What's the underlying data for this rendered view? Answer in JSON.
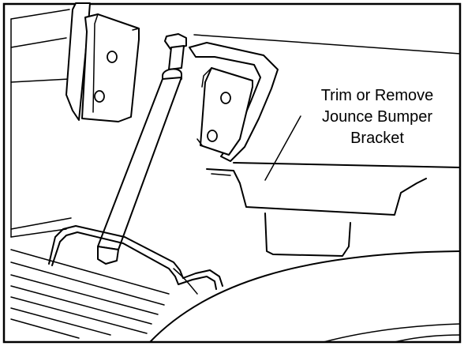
{
  "callout": {
    "lines": [
      "Trim or Remove",
      "Jounce Bumper",
      "Bracket"
    ]
  }
}
